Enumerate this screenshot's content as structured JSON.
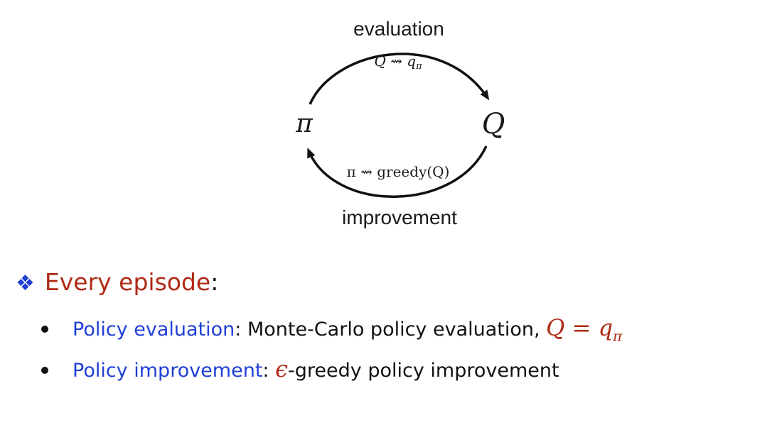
{
  "diagram": {
    "top_label": "evaluation",
    "top_formula": "Q ⇝ q",
    "top_formula_sub": "π",
    "left_node": "π",
    "right_node": "Q",
    "bottom_formula": "π ⇝ greedy(Q)",
    "bottom_label": "improvement"
  },
  "content": {
    "bullet_icon": "diamond-cluster-icon",
    "heading_main": "Every episode",
    "heading_colon": ":",
    "items": [
      {
        "term": "Policy evaluation",
        "colon": ":",
        "text": " Monte-Carlo policy evaluation, ",
        "math": "Q = q",
        "math_sub": "π"
      },
      {
        "term": "Policy improvement",
        "colon": ":",
        "math": "ϵ",
        "text": "-greedy policy improvement"
      }
    ]
  },
  "colors": {
    "heading_red": "#b02a16",
    "term_blue": "#1f3fd6",
    "text": "#111111"
  }
}
